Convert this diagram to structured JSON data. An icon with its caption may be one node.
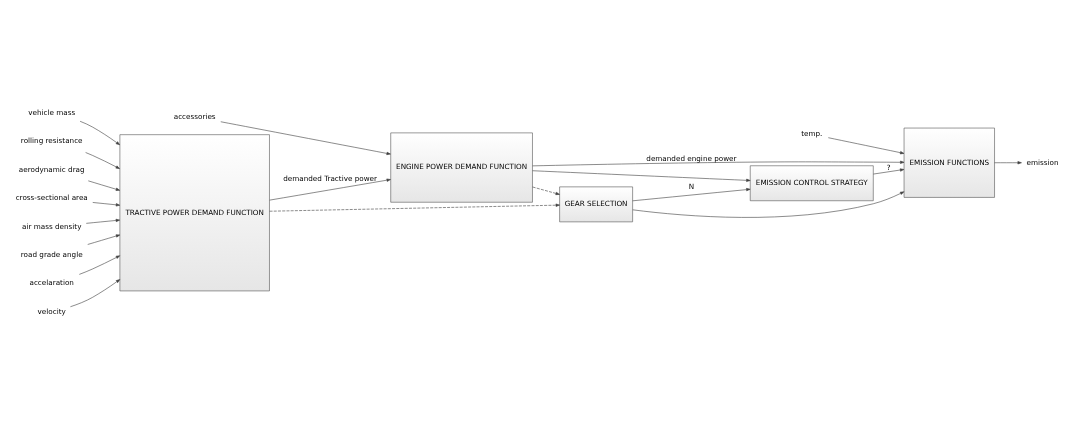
{
  "diagram": {
    "nodes": [
      {
        "text": [
          "TRACTIVE POWER DEMAND FUNCTION"
        ]
      },
      {
        "text": [
          "ENGINE POWER DEMAND FUNCTION"
        ]
      },
      {
        "text": [
          "EMISSION FUNCTIONS"
        ]
      },
      {
        "text": [
          "EMISSION CONTROL STRATEGY"
        ]
      },
      {
        "text": [
          "GEAR SELECTION"
        ]
      },
      {
        "text": [
          "vehicle mass"
        ]
      },
      {
        "text": [
          "rolling resistance"
        ]
      },
      {
        "text": [
          "aerodynamic drag"
        ]
      },
      {
        "text": [
          "cross-sectional area"
        ]
      },
      {
        "text": [
          "air mass density"
        ]
      },
      {
        "text": [
          "road grade angle"
        ]
      },
      {
        "text": [
          "accelaration"
        ]
      },
      {
        "text": [
          "velocity"
        ]
      },
      {
        "text": [
          "accessories"
        ]
      },
      {
        "text": [
          "emission"
        ]
      },
      {
        "text": [
          "temp."
        ]
      }
    ],
    "edges": [
      {
        "from": 5,
        "to": 0,
        "arrow": "to"
      },
      {
        "from": 6,
        "to": 0,
        "arrow": "to"
      },
      {
        "from": 7,
        "to": 0,
        "arrow": "to"
      },
      {
        "from": 8,
        "to": 0,
        "arrow": "to"
      },
      {
        "from": 9,
        "to": 0,
        "arrow": "to"
      },
      {
        "from": 10,
        "to": 0,
        "arrow": "to"
      },
      {
        "from": 11,
        "to": 0,
        "arrow": "to"
      },
      {
        "from": 12,
        "to": 0,
        "arrow": "to"
      },
      {
        "from": 0,
        "to": 1,
        "arrow": "to",
        "label": "demanded Tractive power"
      },
      {
        "from": 13,
        "to": 1,
        "arrow": "to"
      },
      {
        "from": 1,
        "to": 2,
        "arrow": "to",
        "label": "demanded engine power"
      },
      {
        "from": 1,
        "to": 3,
        "arrow": "to"
      },
      {
        "from": 1,
        "to": 4,
        "arrow": "to",
        "style": "dashed"
      },
      {
        "from": 0,
        "to": 4,
        "arrow": "to",
        "style": "dashed"
      },
      {
        "from": 4,
        "to": 3,
        "arrow": "to",
        "label": "N"
      },
      {
        "from": 4,
        "to": 2,
        "arrow": "to"
      },
      {
        "from": 3,
        "to": 2,
        "arrow": "to",
        "label": "?"
      },
      {
        "from": 2,
        "to": 14,
        "arrow": "to"
      },
      {
        "from": 15,
        "to": 2,
        "arrow": "to"
      }
    ]
  }
}
